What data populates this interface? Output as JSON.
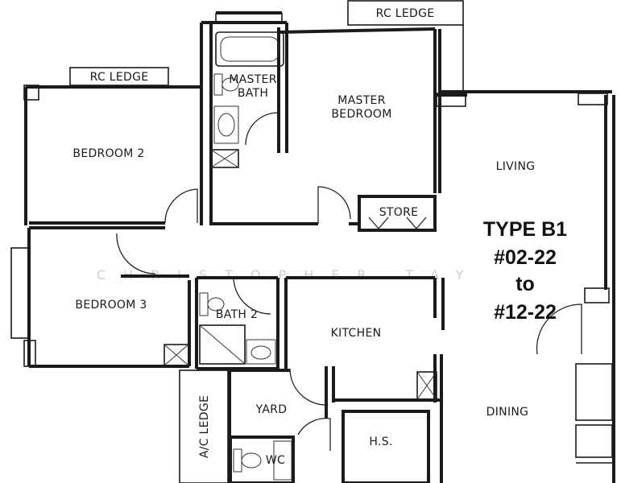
{
  "plan": {
    "ledges": {
      "rc_ledge_top": "RC LEDGE",
      "rc_ledge_left": "RC LEDGE",
      "ac_ledge": "A/C LEDGE"
    },
    "rooms": {
      "master_bath_line1": "MASTER",
      "master_bath_line2": "BATH",
      "master_bedroom_line1": "MASTER",
      "master_bedroom_line2": "BEDROOM",
      "bedroom2": "BEDROOM 2",
      "bedroom3": "BEDROOM 3",
      "living": "LIVING",
      "store": "STORE",
      "bath2": "BATH 2",
      "kitchen": "KITCHEN",
      "yard": "YARD",
      "hs": "H.S.",
      "dining": "DINING",
      "wc": "WC"
    },
    "unit_type": {
      "line1": "TYPE B1",
      "line2": "#02-22",
      "line3": "to",
      "line4": "#12-22"
    },
    "watermark": "CHRISTOPHER TAY"
  }
}
